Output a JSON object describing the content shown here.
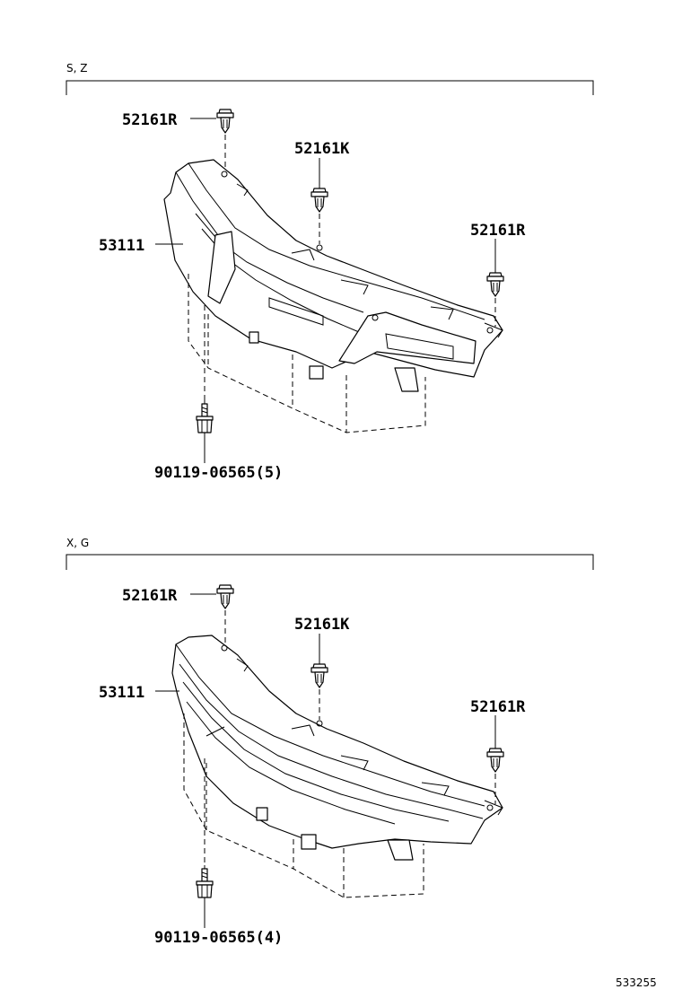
{
  "figure_id": "533255",
  "sections": [
    {
      "variant_label": "S, Z",
      "parts": {
        "clip_left": "52161R",
        "clip_center": "52161K",
        "clip_right": "52161R",
        "grille": "53111",
        "screw": "90119-06565(5)"
      }
    },
    {
      "variant_label": "X, G",
      "parts": {
        "clip_left": "52161R",
        "clip_center": "52161K",
        "clip_right": "52161R",
        "grille": "53111",
        "screw": "90119-06565(4)"
      }
    }
  ]
}
